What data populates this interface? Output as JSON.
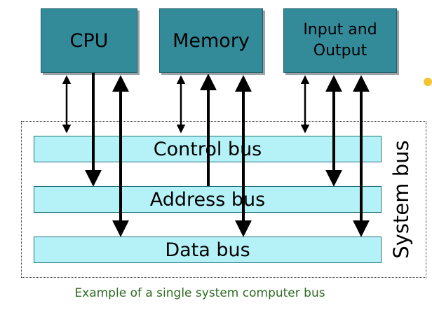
{
  "colors": {
    "component_fill": "#338b9a",
    "bus_fill": "#b5f2f7",
    "caption": "#2e6b22",
    "accent_dot": "#f4c430"
  },
  "components": {
    "cpu": "CPU",
    "memory": "Memory",
    "io_line1": "Input and",
    "io_line2": "Output"
  },
  "buses": {
    "control": "Control bus",
    "address": "Address bus",
    "data": "Data bus"
  },
  "system_bus_label": "System bus",
  "caption": "Example of a single system computer bus",
  "connections": [
    {
      "from": "CPU",
      "to": "Control bus",
      "direction": "bidirectional"
    },
    {
      "from": "CPU",
      "to": "Address bus",
      "direction": "to-bus"
    },
    {
      "from": "CPU",
      "to": "Data bus",
      "direction": "bidirectional"
    },
    {
      "from": "Memory",
      "to": "Control bus",
      "direction": "bidirectional"
    },
    {
      "from": "Memory",
      "to": "Address bus",
      "direction": "from-bus"
    },
    {
      "from": "Memory",
      "to": "Data bus",
      "direction": "bidirectional"
    },
    {
      "from": "Input and Output",
      "to": "Control bus",
      "direction": "bidirectional"
    },
    {
      "from": "Input and Output",
      "to": "Address bus",
      "direction": "bidirectional"
    },
    {
      "from": "Input and Output",
      "to": "Data bus",
      "direction": "bidirectional"
    }
  ]
}
